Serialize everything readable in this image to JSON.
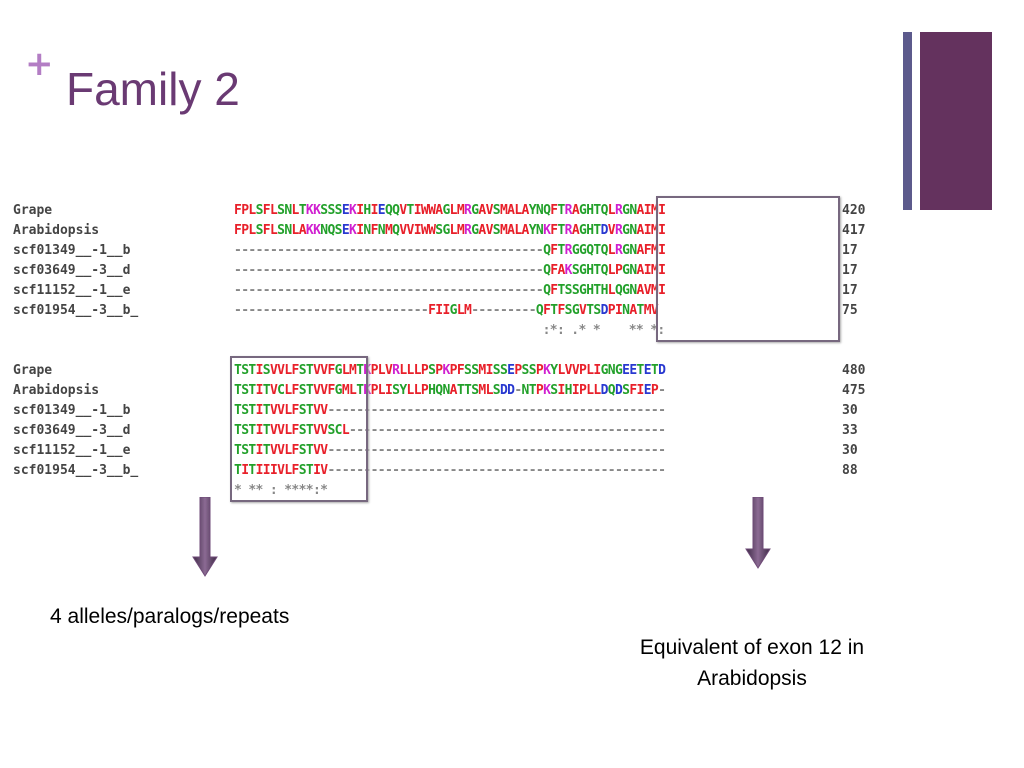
{
  "slide": {
    "plus": "+",
    "title": "Family 2",
    "label_left": "4 alleles/paralogs/repeats",
    "label_right_line1": "Equivalent of exon 12 in",
    "label_right_line2": "Arabidopsis"
  },
  "block1": {
    "rows": [
      {
        "name": "Grape",
        "seq": "FPLSFLSNLTKKSSSEKIHIEQQVTIWWAGLMRGAVSMALAYNQFTRAGHTQLRGNAIMI",
        "num": "420"
      },
      {
        "name": "Arabidopsis",
        "seq": "FPLSFLSNLAKKNQSEKINFNMQVVIWWSGLMRGAVSMALAYNKFTRAGHTDVRGNAIMI",
        "num": "417"
      },
      {
        "name": "scf01349__-1__b",
        "seq": "-------------------------------------------QFTRGGQTQLRGNAFMI",
        "num": "17"
      },
      {
        "name": "scf03649__-3__d",
        "seq": "-------------------------------------------QFAKSGHTQLPGNAIMI",
        "num": "17"
      },
      {
        "name": "scf11152__-1__e",
        "seq": "-------------------------------------------QFTSSGHTHLQGNAVMI",
        "num": "17"
      },
      {
        "name": "scf01954__-3__b_",
        "seq": "---------------------------FIIGLM---------QFTFSGVTSDPINATMV",
        "num": "75"
      }
    ],
    "consensus": "                                           :*: .* *    ** *:"
  },
  "block2": {
    "rows": [
      {
        "name": "Grape",
        "seq": "TSTISVVLFSTVVFGLMTKPLVRLLLPSPKPFSSMISSEPSSPKYLVVPLIGNGEETETD",
        "num": "480"
      },
      {
        "name": "Arabidopsis",
        "seq": "TSTITVCLFSTVVFGMLTKPLISYLLPHQNATTSMLSDD-NTPKSIHIPLLDQDSFIEP-",
        "num": "475"
      },
      {
        "name": "scf01349__-1__b",
        "seq": "TSTITVVLFSTVV-----------------------------------------------",
        "num": "30"
      },
      {
        "name": "scf03649__-3__d",
        "seq": "TSTITVVLFSTVVSCL--------------------------------------------",
        "num": "33"
      },
      {
        "name": "scf11152__-1__e",
        "seq": "TSTITVVLFSTVV-----------------------------------------------",
        "num": "30"
      },
      {
        "name": "scf01954__-3__b_",
        "seq": "TITIIIVLFSTIV-----------------------------------------------",
        "num": "88"
      }
    ],
    "consensus": "* ** : ****:*"
  },
  "colors": {
    "title": "#6a3a73",
    "plus": "#b37dc4",
    "deco_thin": "#5c5a8c",
    "deco_thick": "#64325e",
    "arrow": "#6e4a77",
    "residue_red": "#e8202a",
    "residue_green": "#22a02a",
    "residue_magenta": "#d020d0",
    "residue_blue": "#2838d0"
  }
}
